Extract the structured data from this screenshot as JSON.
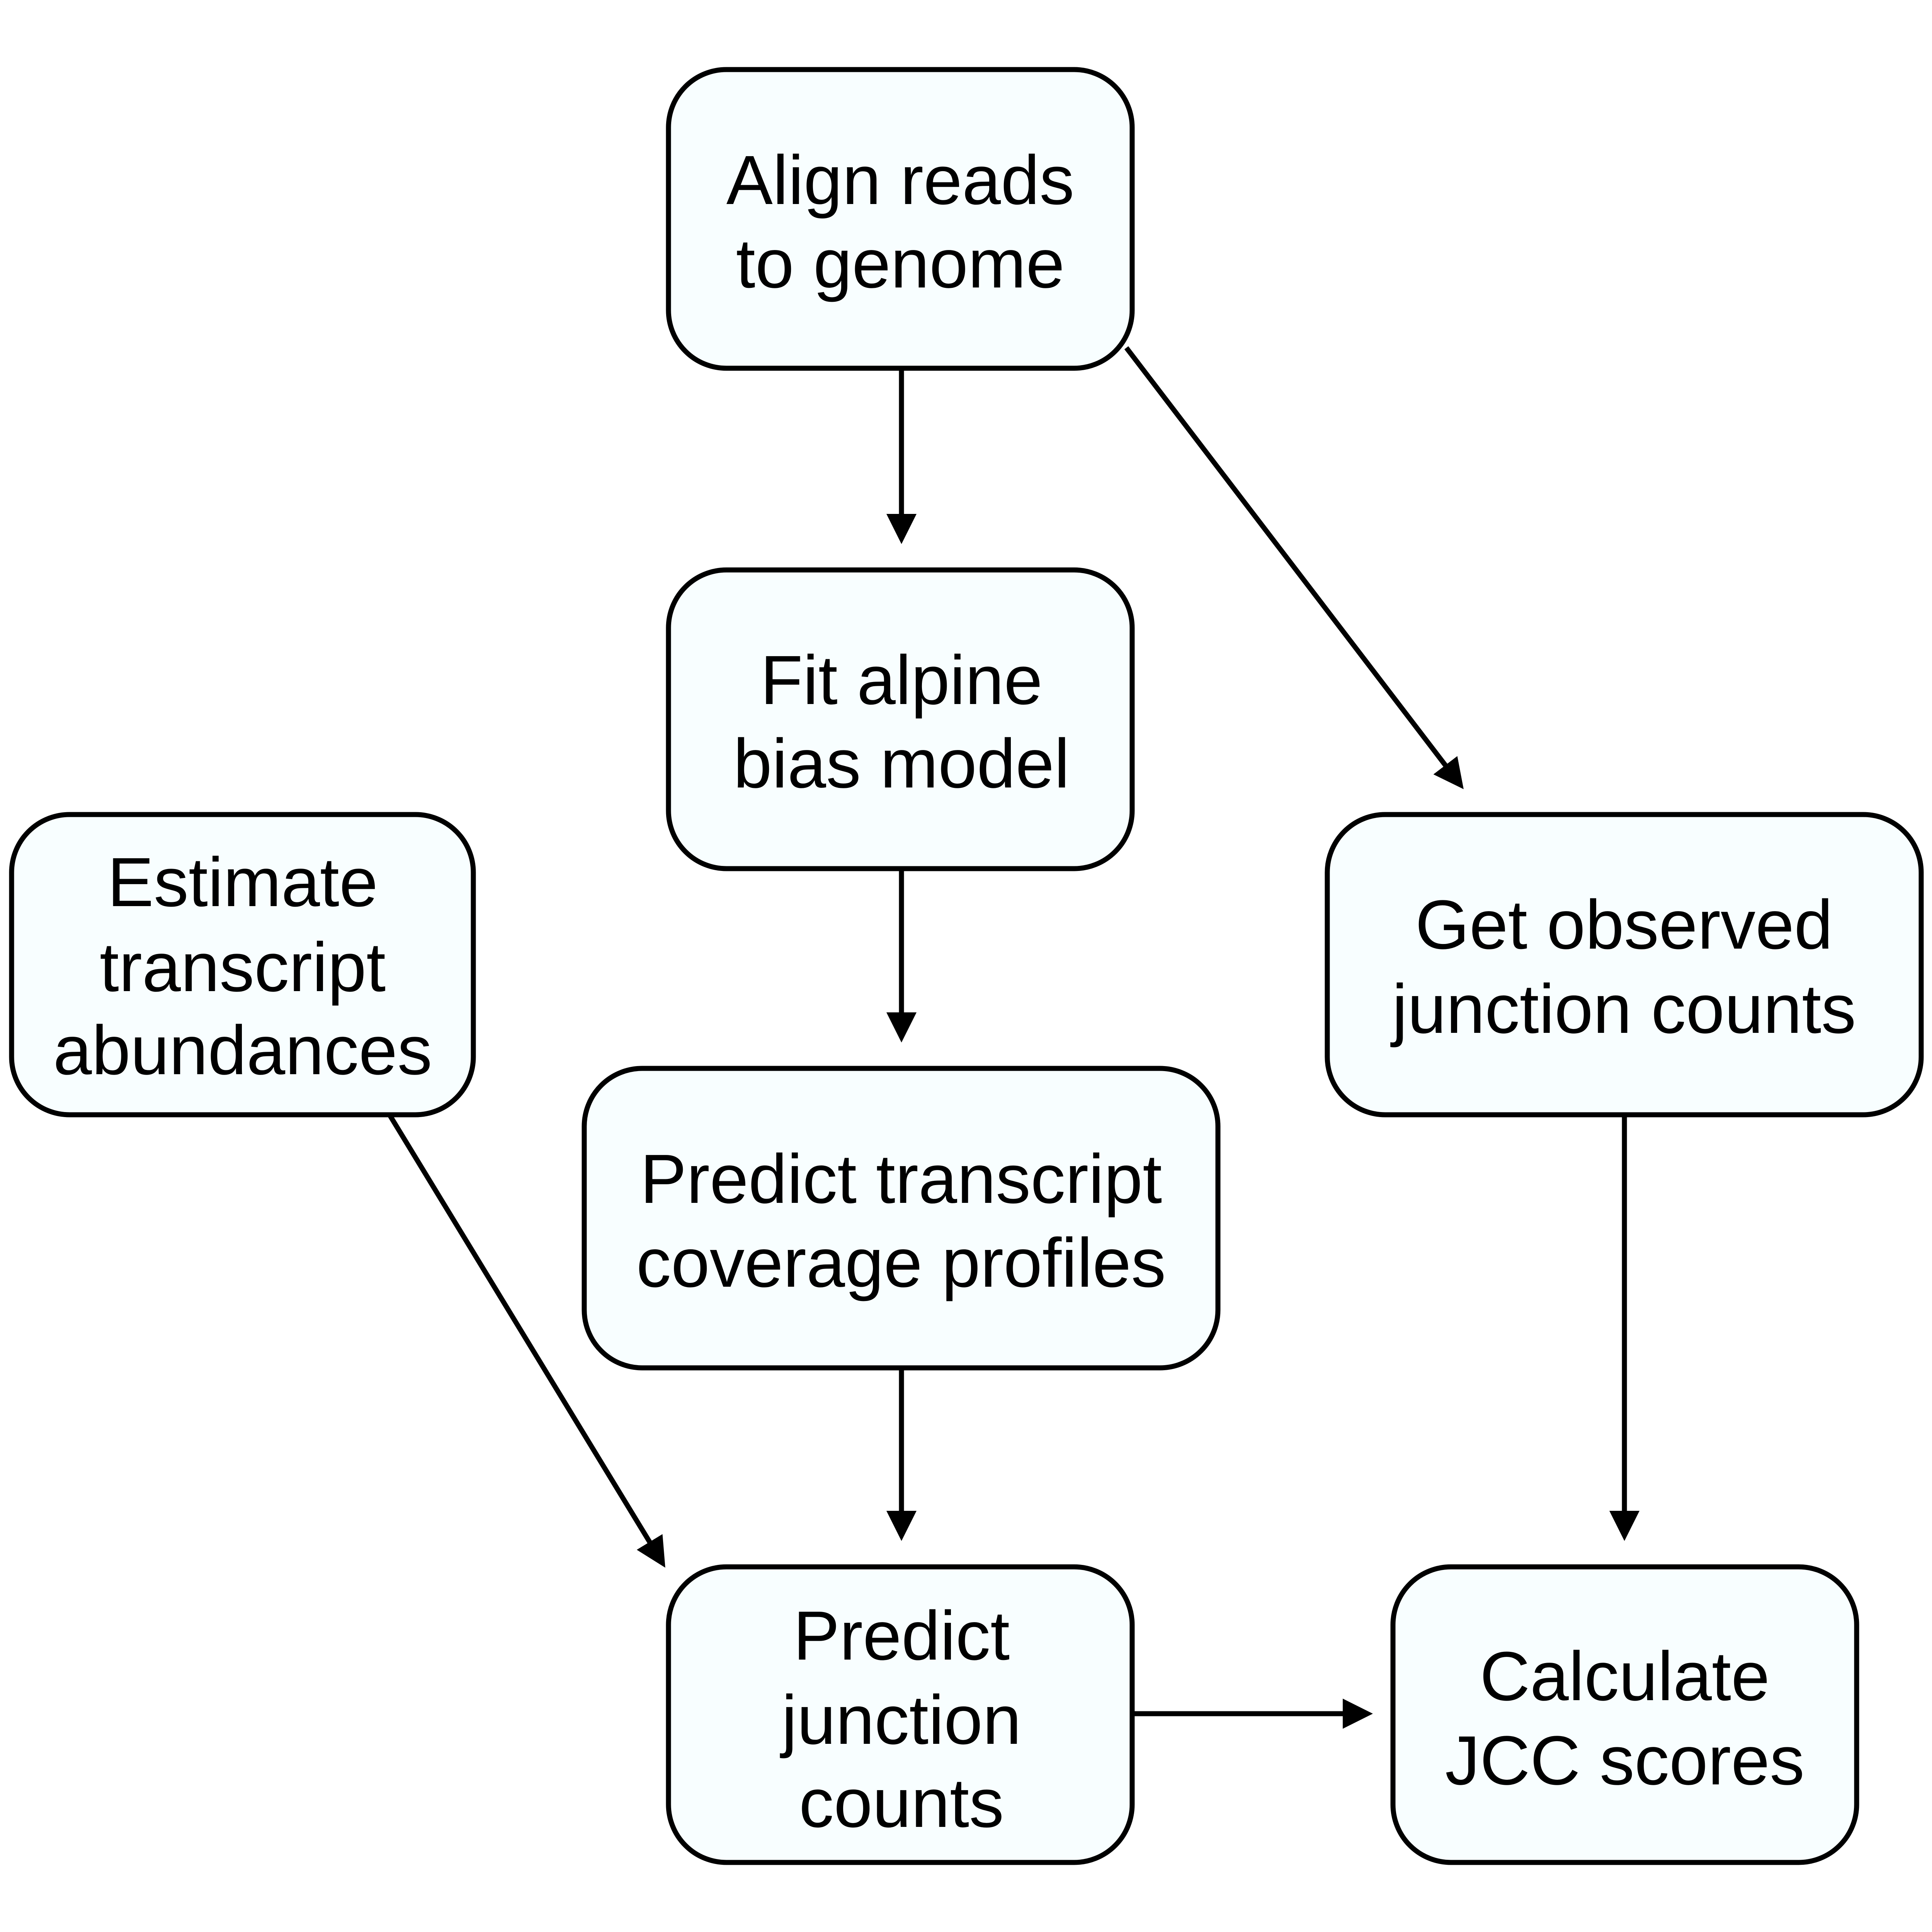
{
  "colors": {
    "box_fill": "#f8feff",
    "stroke": "#000000",
    "background": "#ffffff"
  },
  "nodes": {
    "align": {
      "lines": [
        "Align reads",
        "to genome"
      ]
    },
    "fit": {
      "lines": [
        "Fit alpine",
        "bias model"
      ]
    },
    "estimate": {
      "lines": [
        "Estimate",
        "transcript",
        "abundances"
      ]
    },
    "observed": {
      "lines": [
        "Get observed",
        "junction counts"
      ]
    },
    "coverage": {
      "lines": [
        "Predict transcript",
        "coverage profiles"
      ]
    },
    "predict_junction": {
      "lines": [
        "Predict",
        "junction",
        "counts"
      ]
    },
    "jcc": {
      "lines": [
        "Calculate",
        "JCC scores"
      ]
    }
  },
  "edges": [
    {
      "from": "align",
      "to": "fit"
    },
    {
      "from": "align",
      "to": "observed"
    },
    {
      "from": "fit",
      "to": "coverage"
    },
    {
      "from": "coverage",
      "to": "predict_junction"
    },
    {
      "from": "estimate",
      "to": "predict_junction"
    },
    {
      "from": "observed",
      "to": "jcc"
    },
    {
      "from": "predict_junction",
      "to": "jcc"
    }
  ]
}
